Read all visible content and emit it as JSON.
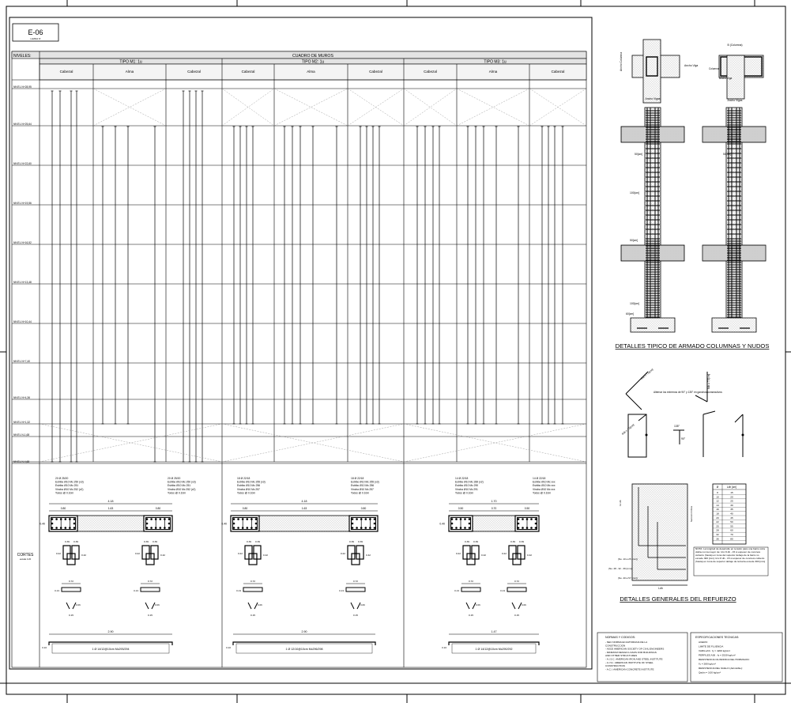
{
  "sheet": {
    "code": "E-06",
    "code_sub": "LAMINA Nº"
  },
  "table": {
    "niveles_label": "NIVELES:",
    "title": "CUADRO DE MUROS",
    "tipos": [
      {
        "label": "TIPO M1: 1u",
        "cols": [
          "Cabezal",
          "Alma",
          "Cabezal"
        ]
      },
      {
        "label": "TIPO M2: 1u",
        "cols": [
          "Cabezal",
          "Alma",
          "Cabezal"
        ]
      },
      {
        "label": "TIPO M3: 1u",
        "cols": [
          "Cabezal",
          "Alma",
          "Cabezal"
        ]
      }
    ],
    "levels": [
      "NIVEL N+28,95",
      "NIVEL N+25,64",
      "NIVEL N+22,60",
      "NIVEL N+19,56",
      "NIVEL N+16,52",
      "NIVEL N+13,48",
      "NIVEL N+10,44",
      "NIVEL N+7,40",
      "NIVEL N+4,36",
      "NIVEL N+1,32",
      "NIVEL N-1,68",
      "NIVEL N-4,68"
    ],
    "cortes_label": "CORTES",
    "cortes_sub": "escala 1:20",
    "m1": {
      "spec_left": [
        "20 Ø 25/20",
        "Estribo Ø10 Mc 250 (x3)",
        "Estribo Ø10 Mc 251",
        "Vincha Ø10 Mc 252 (x2)",
        "Todos @ 0.10m"
      ],
      "spec_right": [
        "20 Ø 25/20",
        "Estribo Ø10 Mc 250 (x3)",
        "Estribo Ø10 Mc 251",
        "Vincha Ø10 Mc 252 (x2)",
        "Todos @ 0.10m"
      ],
      "dims": {
        "total": "4.18",
        "left": "0.80",
        "mid": "1.63",
        "right": "0.80",
        "h": "0.40"
      },
      "bar_len": "2.90",
      "bar_label": "1 Ø 14/12@10cm Mc293/294"
    },
    "m2": {
      "spec_left": [
        "18 Ø 22/18",
        "Estribo Ø10 Mc 255 (x3)",
        "Estribo Ø10 Mc 256",
        "Vincha Ø10 Mc 257",
        "Todos @ 0.10m"
      ],
      "spec_right": [
        "18 Ø 22/18",
        "Estribo Ø10 Mc 255 (x3)",
        "Estribo Ø10 Mc 256",
        "Vincha Ø10 Mc 257",
        "Todos @ 0.10m"
      ],
      "dims": {
        "total": "4.18",
        "left": "0.80",
        "mid": "1.63",
        "right": "0.80",
        "h": "0.40"
      },
      "bar_len": "2.90",
      "bar_label": "1 Ø 12/10@10cm Mc296/298"
    },
    "m3": {
      "spec_left": [
        "14 Ø 22/18",
        "Estribo Ø10 Mc 289 (x2)",
        "Estribo Ø10 Mc 290",
        "Vincha Ø10 Mc 291",
        "Todos @ 0.10m"
      ],
      "spec_right": [
        "14 Ø 22/18",
        "Estribo Ø10 Mc xxx",
        "Estribo Ø10 Mc xxx",
        "Vincha Ø10 Mc xxx",
        "Todos @ 0.10m"
      ],
      "dims": {
        "total": "1.70",
        "left": "0.50",
        "mid": "0.70",
        "right": "0.50",
        "h": "0.40"
      },
      "bar_len": "1.47",
      "bar_label": "1 Ø 14/12@10cm Mc290/292"
    },
    "small_dims": [
      "0.39",
      "0.39",
      "0.22",
      "0.42",
      "0.72",
      "0.15",
      "0.06",
      "0.13",
      "0.10"
    ]
  },
  "details": {
    "col_left": {
      "label_ancho_col": "Ancho Columna",
      "label_ancho_viga": "Ancho Viga",
      "label_ancho_vigas": "Ancho Vigas"
    },
    "col_right": {
      "label_b": "B (Columna)",
      "label_ancho_viga": "Ancho Viga",
      "label_ancho_vigas": "Ancho Vigas",
      "label_columna": "Columna"
    },
    "dims": [
      "50[cm]",
      "50[cm]",
      "100[cm]",
      "50[cm]",
      "100[cm]",
      "60[cm]"
    ],
    "title_columnas": "DETALLES TIPICO DE ARMADO COLUMNAS Y NUDOS",
    "hook_note": "Alternar los extremos de 90° y 135° en ganchos consecutivos",
    "hook_dims": [
      "6db ≥ 7,5[cm]",
      "6db ≥ 7,5[cm]",
      "6db ≥ 7,5[cm]",
      "135°",
      "90°"
    ],
    "title_generales": "DETALLES GENERALES DEL REFUERZO",
    "anchor_table": {
      "headers": [
        "Ø",
        "Ldh [cm]"
      ],
      "rows": [
        [
          "8",
          "15"
        ],
        [
          "10",
          "20"
        ],
        [
          "12",
          "25"
        ],
        [
          "14",
          "30"
        ],
        [
          "16",
          "35"
        ],
        [
          "18",
          "40"
        ],
        [
          "20",
          "45"
        ],
        [
          "22",
          "50"
        ],
        [
          "25",
          "55"
        ],
        [
          "28",
          "60"
        ],
        [
          "32",
          "70"
        ],
        [
          "36",
          "80"
        ]
      ]
    },
    "ldh_label": "Ldh",
    "anchor_labels": [
      "(No. 10 a 25 [mm])",
      "(No. 28 - 32 - 36 [mm])",
      "(No. 40 a 57 [mm])",
      "Sección Crítica",
      "12 db"
    ],
    "anchor_note": "NOTA: La longitud de desarrollo en tensión para una barra corta dobla con la mayor de: ld ≥ 8 db - 15 si espesor de concreto cubierto (hasta) en zona del superior debajo de la barra no excede 300 [mm]. ld ≥ 8 db - 15 si espesor de concreto cubierto (hasta) en zona de superior debajo de la barra excede 300 [mm]"
  },
  "normas": {
    "title": "NORMAS Y CODIGOS:",
    "lines": [
      "- NEC NORMA ECUATORIANA DE LA",
      "  CONSTRUCCION",
      "- ASCE AMERICAN SOCIETY OF CIVIL ENGINEERS",
      "  - MINIMUM DESIGN LOADS FOR BUILDINGS",
      "    AND OTHER STRUCTURES",
      "- A.I.S.C. AMERICAN IRON AND STEEL INSTITUTE",
      "- A.I.S.I. AMERICAN INSTITUTE OF STEEL",
      "  CONSTRUCTION",
      "- A.C.I. AMERICAN CONCRETE INSTITUTE"
    ]
  },
  "especificaciones": {
    "title": "ESPECIFICACIONES TECNICAS:",
    "lines": [
      "ACERO:",
      "LIMITE DE FLUENCIA",
      "VARILLAS : fy = 4200 kg/cm²",
      "PERFILES A36 : fy = 2530 kg/cm²",
      "RESISTENCIA CILINDRICA DEL HORMIGON:",
      "f'c = 280 kg/cm²",
      "RESISTENCIA DEL SUELO (Admisible):",
      "Qadm = 3,00 kg/cm²"
    ]
  }
}
